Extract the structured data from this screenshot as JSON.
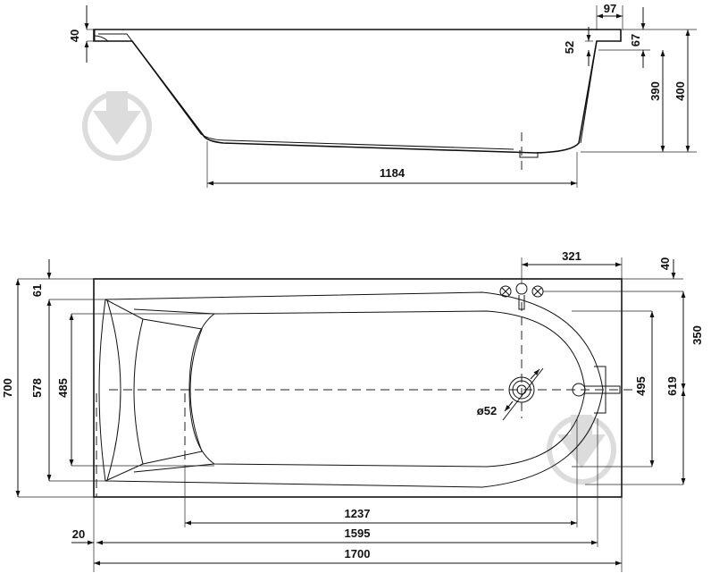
{
  "side_view": {
    "dims": {
      "rim_height": "40",
      "rim_width": "97",
      "rim_inner_drop": "52",
      "rim_outer_drop": "67",
      "inner_depth": "390",
      "total_height": "400",
      "bottom_length": "1184"
    }
  },
  "top_view": {
    "dims": {
      "overall_width": "700",
      "inner_width": "578",
      "bottom_width": "485",
      "edge_offset": "61",
      "top_offset": "40",
      "drain_to_end": "321",
      "drain_to_side": "350",
      "bowl_width": "495",
      "outer_width": "619",
      "drain_diameter": "ø52",
      "bottom_length": "1237",
      "inner_length": "1595",
      "overall_length": "1700",
      "end_offset": "20"
    }
  },
  "colors": {
    "line": "#111111",
    "watermark": "#dcdcdc"
  },
  "icons": [
    "watermark-logo-icon",
    "faucet-icon",
    "drain-icon",
    "overflow-icon"
  ]
}
